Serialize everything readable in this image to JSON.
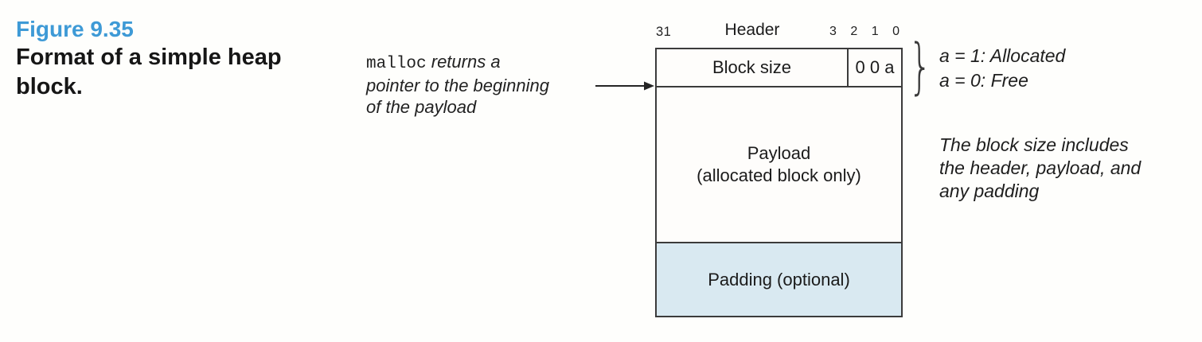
{
  "caption": {
    "figure_label": "Figure 9.35",
    "figure_title": "Format of a simple heap block."
  },
  "malloc_note": {
    "code": "malloc",
    "line1_rest": " returns a",
    "line2": "pointer to the beginning",
    "line3": "of the payload"
  },
  "diagram": {
    "bit_31_label": "31",
    "header_label": "Header",
    "bit_labels": [
      "3",
      "2",
      "1",
      "0"
    ],
    "block_size_label": "Block size",
    "flag_bits": "0 0 a",
    "payload_line1": "Payload",
    "payload_line2": "(allocated block only)",
    "padding_label": "Padding (optional)",
    "brace_glyph": "}"
  },
  "legend": {
    "allocated_line": "a = 1: Allocated",
    "free_line": "a = 0: Free"
  },
  "size_note": {
    "line1": "The block size includes",
    "line2": "the header, payload, and",
    "line3": "any padding"
  },
  "colors": {
    "accent_blue": "#3e9ad6",
    "padding_fill": "#d9e9f1",
    "line_color": "#3b3b3b"
  }
}
